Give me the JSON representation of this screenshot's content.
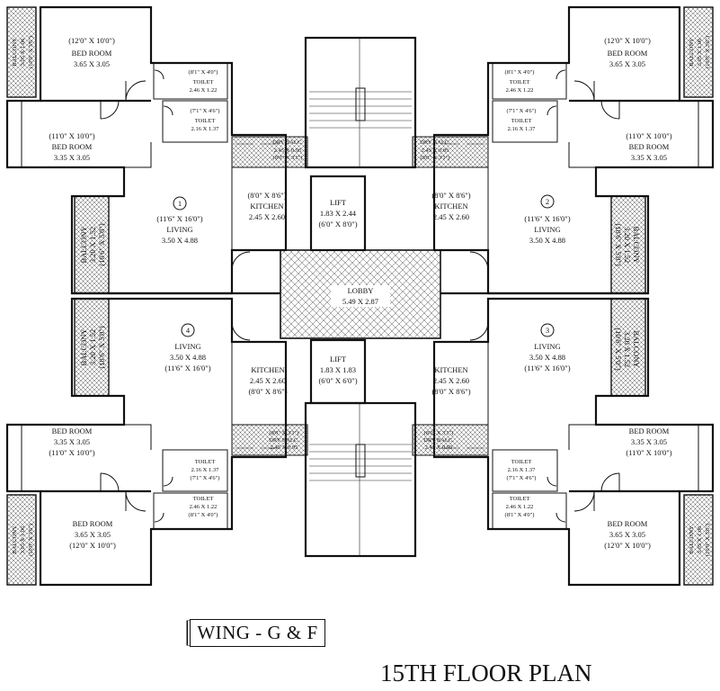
{
  "rooms": {
    "f1": {
      "number": "1",
      "bed1_dim": "(12'0\" X 10'0\")",
      "bed1_name": "BED ROOM",
      "bed1_size": "3.65 X 3.05",
      "bed2_dim": "(11'0\" X 10'0\")",
      "bed2_name": "BED ROOM",
      "bed2_size": "3.35 X 3.05",
      "toilet1_dim": "(8'1\" X 4'0\")",
      "toilet1_name": "TOILET",
      "toilet1_size": "2.46 X 1.22",
      "toilet2_dim": "(7'1\" X 4'6\")",
      "toilet2_name": "TOILET",
      "toilet2_size": "2.16 X 1.37",
      "kitchen_dim": "(8'0\" X 8'6\")",
      "kitchen_name": "KITCHEN",
      "kitchen_size": "2.45 X 2.60",
      "dry_name": "DRY BALC.",
      "dry_size": "2.45 X 0.95",
      "dry_dim": "(8'0\" X 3'1\")",
      "living_dim": "(11'6\" X 16'0\")",
      "living_name": "LIVING",
      "living_size": "3.50 X 4.88",
      "balcony_name": "BALCONY",
      "balcony_size": "3.20 X 1.52",
      "balcony_dim": "(10'6\" X 5'0\")",
      "sbalcony_name": "BALCONY",
      "sbalcony_size": "3.05 X 1.06",
      "sbalcony_dim": "(10'0\" X 3'6\")"
    },
    "f2": {
      "number": "2",
      "bed1_dim": "(12'0\" X 10'0\")",
      "bed1_name": "BED ROOM",
      "bed1_size": "3.65 X 3.05",
      "bed2_dim": "(11'0\" X 10'0\")",
      "bed2_name": "BED ROOM",
      "bed2_size": "3.35 X 3.05",
      "toilet1_dim": "(8'1\" X 4'0\")",
      "toilet1_name": "TOILET",
      "toilet1_size": "2.46 X 1.22",
      "toilet2_dim": "(7'1\" X 4'6\")",
      "toilet2_name": "TOILET",
      "toilet2_size": "2.16 X 1.37",
      "kitchen_dim": "(8'0\" X 8'6\")",
      "kitchen_name": "KITCHEN",
      "kitchen_size": "2.45 X 2.60",
      "dry_name": "DRY BALC.",
      "dry_size": "2.45 X 0.95",
      "dry_dim": "(8'0\" X 3'1\")",
      "living_dim": "(11'6\" X 16'0\")",
      "living_name": "LIVING",
      "living_size": "3.50 X 4.88",
      "balcony_name": "BALCONY",
      "balcony_size": "3.20 X 1.52",
      "balcony_dim": "(10'6\" X 5'0\")",
      "sbalcony_name": "BALCONY",
      "sbalcony_size": "3.05 X 1.06",
      "sbalcony_dim": "(10'0\" X 3'6\")"
    },
    "f3": {
      "number": "3",
      "bed1_dim": "(12'0\" X 10'0\")",
      "bed1_name": "BED ROOM",
      "bed1_size": "3.65 X 3.05",
      "bed2_dim": "(11'0\" X 10'0\")",
      "bed2_name": "BED ROOM",
      "bed2_size": "3.35 X 3.05",
      "toilet1_dim": "(8'1\" X 4'0\")",
      "toilet1_name": "TOILET",
      "toilet1_size": "2.46 X 1.22",
      "toilet2_dim": "(7'1\" X 4'6\")",
      "toilet2_name": "TOILET",
      "toilet2_size": "2.16 X 1.37",
      "kitchen_dim": "(8'0\" X 8'6\")",
      "kitchen_name": "KITCHEN",
      "kitchen_size": "2.45 X 2.60",
      "dry_name": "DRY BALC.",
      "dry_size": "2.45 X 0.95",
      "dry_dim": "(8'0\" X 3'1\")",
      "living_dim": "(11'6\" X 16'0\")",
      "living_name": "LIVING",
      "living_size": "3.50 X 4.88",
      "balcony_name": "BALCONY",
      "balcony_size": "3.20 X 1.52",
      "balcony_dim": "(10'6\" X 5'0\")",
      "sbalcony_name": "BALCONY",
      "sbalcony_size": "3.05 X 1.06",
      "sbalcony_dim": "(10'0\" X 3'6\")"
    },
    "f4": {
      "number": "4",
      "bed1_dim": "(12'0\" X 10'0\")",
      "bed1_name": "BED ROOM",
      "bed1_size": "3.65 X 3.05",
      "bed2_dim": "(11'0\" X 10'0\")",
      "bed2_name": "BED ROOM",
      "bed2_size": "3.35 X 3.05",
      "toilet1_dim": "(8'1\" X 4'0\")",
      "toilet1_name": "TOILET",
      "toilet1_size": "2.46 X 1.22",
      "toilet2_dim": "(7'1\" X 4'6\")",
      "toilet2_name": "TOILET",
      "toilet2_size": "2.16 X 1.37",
      "kitchen_dim": "(8'0\" X 8'6\")",
      "kitchen_name": "KITCHEN",
      "kitchen_size": "2.45 X 2.60",
      "dry_name": "DRY BALC.",
      "dry_size": "2.45 X 0.95",
      "dry_dim": "(8'0\" X 3'1\")",
      "living_dim": "(11'6\" X 16'0\")",
      "living_name": "LIVING",
      "living_size": "3.50 X 4.88",
      "balcony_name": "BALCONY",
      "balcony_size": "3.20 X 1.52",
      "balcony_dim": "(10'6\" X 5'0\")",
      "sbalcony_name": "BALCONY",
      "sbalcony_size": "3.05 X 1.06",
      "sbalcony_dim": "(10'0\" X 3'6\")"
    }
  },
  "core": {
    "lobby_name": "LOBBY",
    "lobby_size": "5.49 X 2.87",
    "lift1_name": "LIFT",
    "lift1_size": "1.83 X 2.44",
    "lift1_dim": "(6'0\" X 8'0\")",
    "lift2_name": "LIFT",
    "lift2_size": "1.83 X 1.83",
    "lift2_dim": "(6'0\" X 6'0\")"
  },
  "wing_label": "WING - G & F",
  "plan_title": "15TH FLOOR PLAN"
}
